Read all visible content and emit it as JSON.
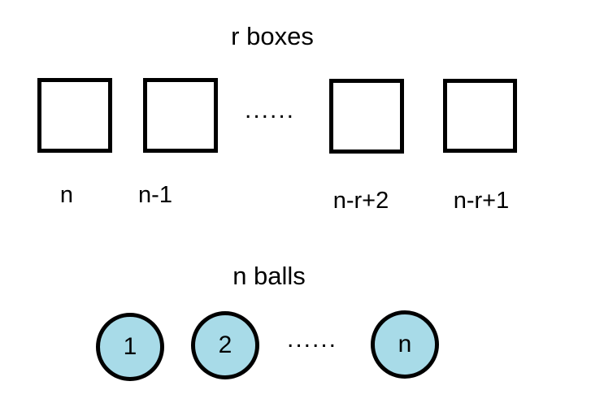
{
  "boxes_section": {
    "title": "r boxes",
    "dots": "......",
    "boxes": [
      {
        "label": "n"
      },
      {
        "label": "n-1"
      },
      {
        "label": "n-r+2"
      },
      {
        "label": "n-r+1"
      }
    ]
  },
  "balls_section": {
    "title": "n balls",
    "dots": "......",
    "balls": [
      {
        "label": "1"
      },
      {
        "label": "2"
      },
      {
        "label": "n"
      }
    ]
  },
  "colors": {
    "background": "#ffffff",
    "stroke": "#000000",
    "ball_fill": "#a8dbe8"
  }
}
